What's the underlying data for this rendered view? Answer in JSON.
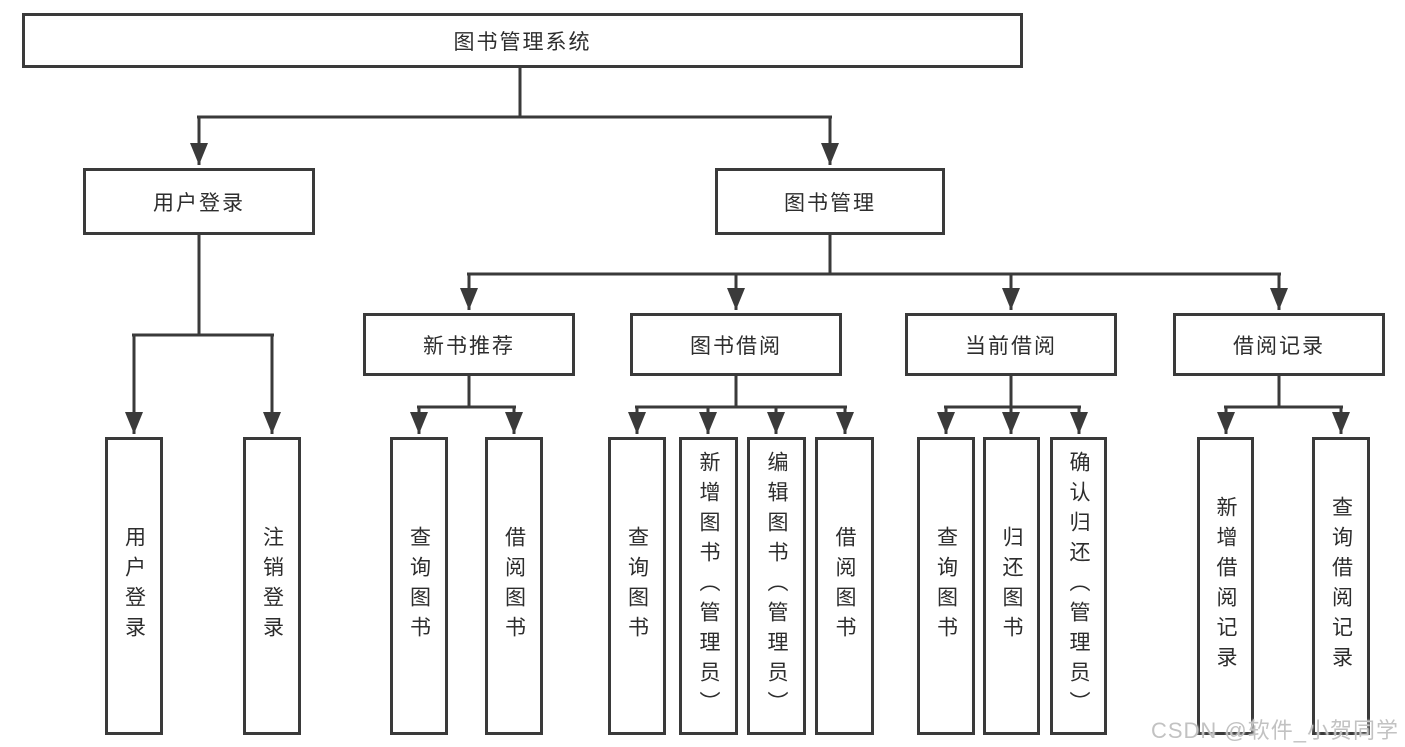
{
  "diagram": {
    "title": "图书管理系统",
    "level2": {
      "user_login": {
        "label": "用户登录"
      },
      "book_mgmt": {
        "label": "图书管理"
      }
    },
    "level3": {
      "new_books": {
        "label": "新书推荐"
      },
      "borrowing": {
        "label": "图书借阅"
      },
      "current": {
        "label": "当前借阅"
      },
      "records": {
        "label": "借阅记录"
      }
    },
    "leaves": {
      "user_login": [
        "用户登录",
        "注销登录"
      ],
      "new_books": [
        "查询图书",
        "借阅图书"
      ],
      "borrowing": [
        "查询图书",
        "新增图书（管理员）",
        "编辑图书（管理员）",
        "借阅图书"
      ],
      "current": [
        "查询图书",
        "归还图书",
        "确认归还（管理员）"
      ],
      "records": [
        "新增借阅记录",
        "查询借阅记录"
      ]
    },
    "colors": {
      "line": "#3a3a3a",
      "text": "#2d2d2d",
      "watermark": "#c2c2c2"
    },
    "watermark": "CSDN @软件_小贺同学"
  }
}
